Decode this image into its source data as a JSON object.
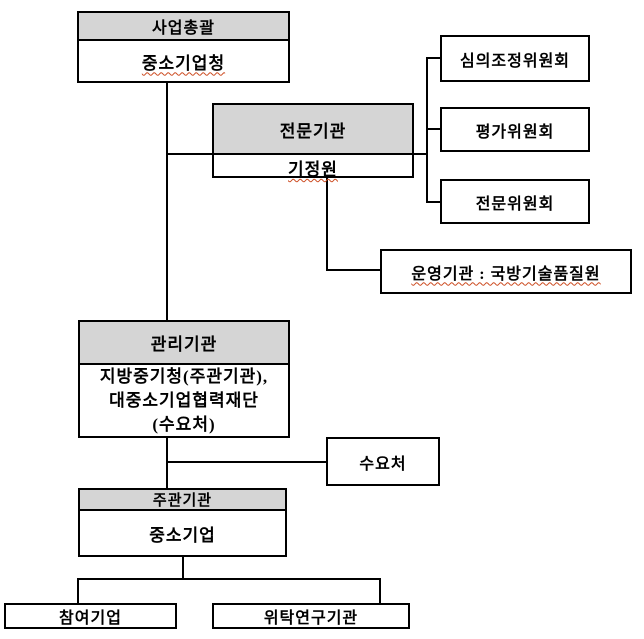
{
  "colors": {
    "header_bg": "#d5d5d5",
    "line": "#000000",
    "spellcheck_underline": "#cc4a1f"
  },
  "nodes": {
    "business_head": {
      "header": "사업총괄",
      "body": "중소기업청"
    },
    "expert_org": {
      "header": "전문기관",
      "body": "기정원"
    },
    "committees": [
      {
        "label": "심의조정위원회"
      },
      {
        "label": "평가위원회"
      },
      {
        "label": "전문위원회"
      }
    ],
    "operating_org": {
      "label": "운영기관 : 국방기술품질원"
    },
    "management_org": {
      "header": "관리기관",
      "body_lines": [
        "지방중기청(주관기관),",
        "대중소기업협력재단",
        "(수요처)"
      ]
    },
    "demand": {
      "label": "수요처"
    },
    "lead_org": {
      "header": "주관기관",
      "body": "중소기업"
    },
    "participant": {
      "label": "참여기업"
    },
    "entrusted_research": {
      "label": "위탁연구기관"
    }
  }
}
